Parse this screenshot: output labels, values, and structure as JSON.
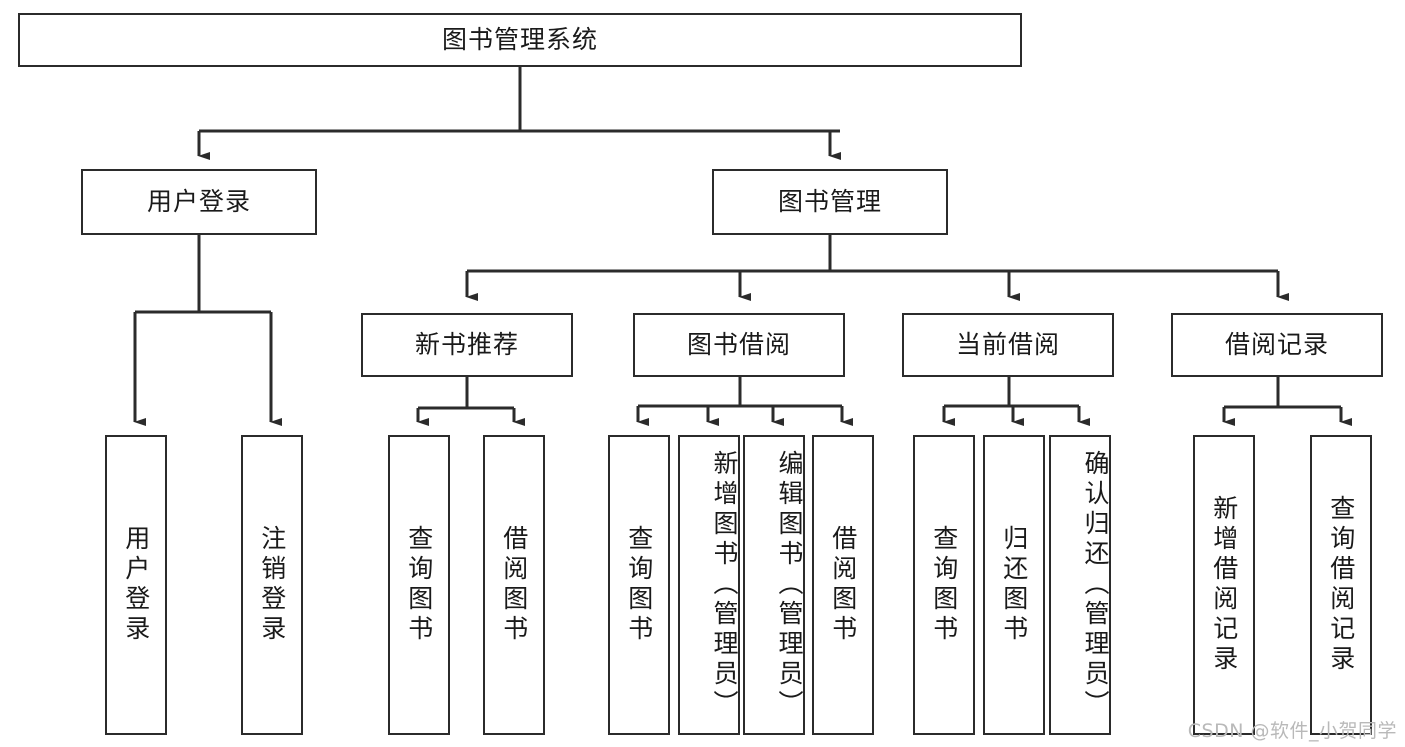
{
  "diagram": {
    "title": "图书管理系统",
    "watermark": "CSDN @软件_小贺同学",
    "colors": {
      "stroke": "#2b2b2b",
      "box_fill": "#ffffff",
      "text": "#1a1a1a",
      "watermark": "#b9b9b9",
      "background": "#ffffff"
    },
    "levels": {
      "root": "图书管理系统",
      "level2": [
        "用户登录",
        "图书管理"
      ],
      "level3": [
        "新书推荐",
        "图书借阅",
        "当前借阅",
        "借阅记录"
      ]
    },
    "nodes": {
      "root": {
        "label": "图书管理系统"
      },
      "user_login": {
        "label": "用户登录"
      },
      "book_manage": {
        "label": "图书管理"
      },
      "new_book_rec": {
        "label": "新书推荐"
      },
      "book_borrow": {
        "label": "图书借阅"
      },
      "current_borrow": {
        "label": "当前借阅"
      },
      "borrow_record": {
        "label": "借阅记录"
      },
      "leaf_user_login": {
        "label": "用户登录"
      },
      "leaf_logout": {
        "label": "注销登录"
      },
      "leaf_query_book_1": {
        "label": "查询图书"
      },
      "leaf_borrow_book_1": {
        "label": "借阅图书"
      },
      "leaf_query_book_2": {
        "label": "查询图书"
      },
      "leaf_add_book": {
        "label": "新增图书（管理员）"
      },
      "leaf_edit_book": {
        "label": "编辑图书（管理员）"
      },
      "leaf_borrow_book_2": {
        "label": "借阅图书"
      },
      "leaf_query_book_3": {
        "label": "查询图书"
      },
      "leaf_return_book": {
        "label": "归还图书"
      },
      "leaf_confirm_return": {
        "label": "确认归还（管理员）"
      },
      "leaf_add_record": {
        "label": "新增借阅记录"
      },
      "leaf_query_record": {
        "label": "查询借阅记录"
      }
    }
  }
}
